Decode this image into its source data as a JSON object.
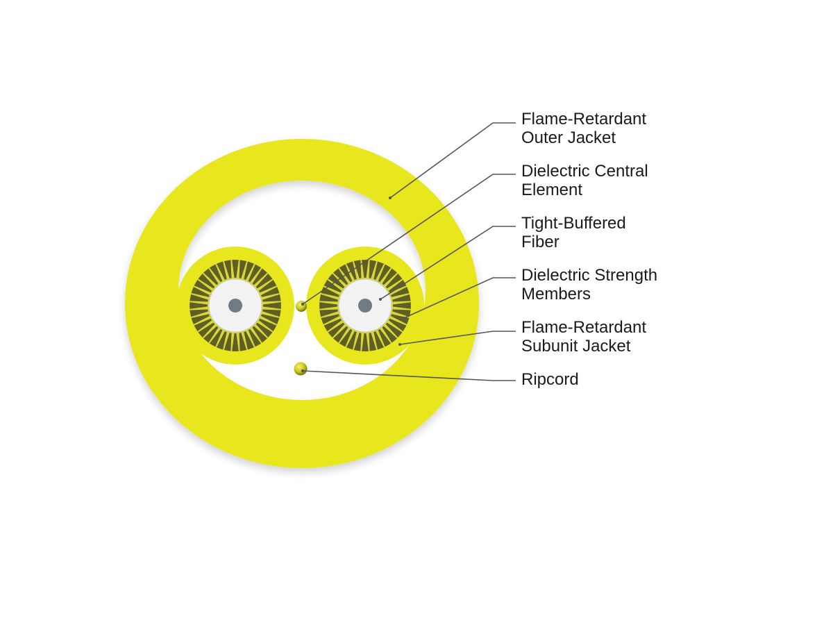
{
  "colors": {
    "jacket_yellow": "#e8e61c",
    "jacket_shadow": "#d0ce12",
    "strength_dark": "#4a4a1c",
    "strength_light": "#d8d640",
    "buffer_white": "#f2f2f2",
    "fiber_core": "#6f7b85",
    "leader_line": "#555555",
    "label_text": "#1a1a1a"
  },
  "labels": {
    "outer_jacket": {
      "line1": "Flame-Retardant",
      "line2": "Outer Jacket"
    },
    "central_element": {
      "line1": "Dielectric Central",
      "line2": "Element"
    },
    "tight_buffered": {
      "line1": "Tight-Buffered",
      "line2": "Fiber"
    },
    "strength_members": {
      "line1": "Dielectric Strength",
      "line2": "Members"
    },
    "subunit_jacket": {
      "line1": "Flame-Retardant",
      "line2": "Subunit Jacket"
    },
    "ripcord": {
      "line1": "Ripcord"
    }
  }
}
